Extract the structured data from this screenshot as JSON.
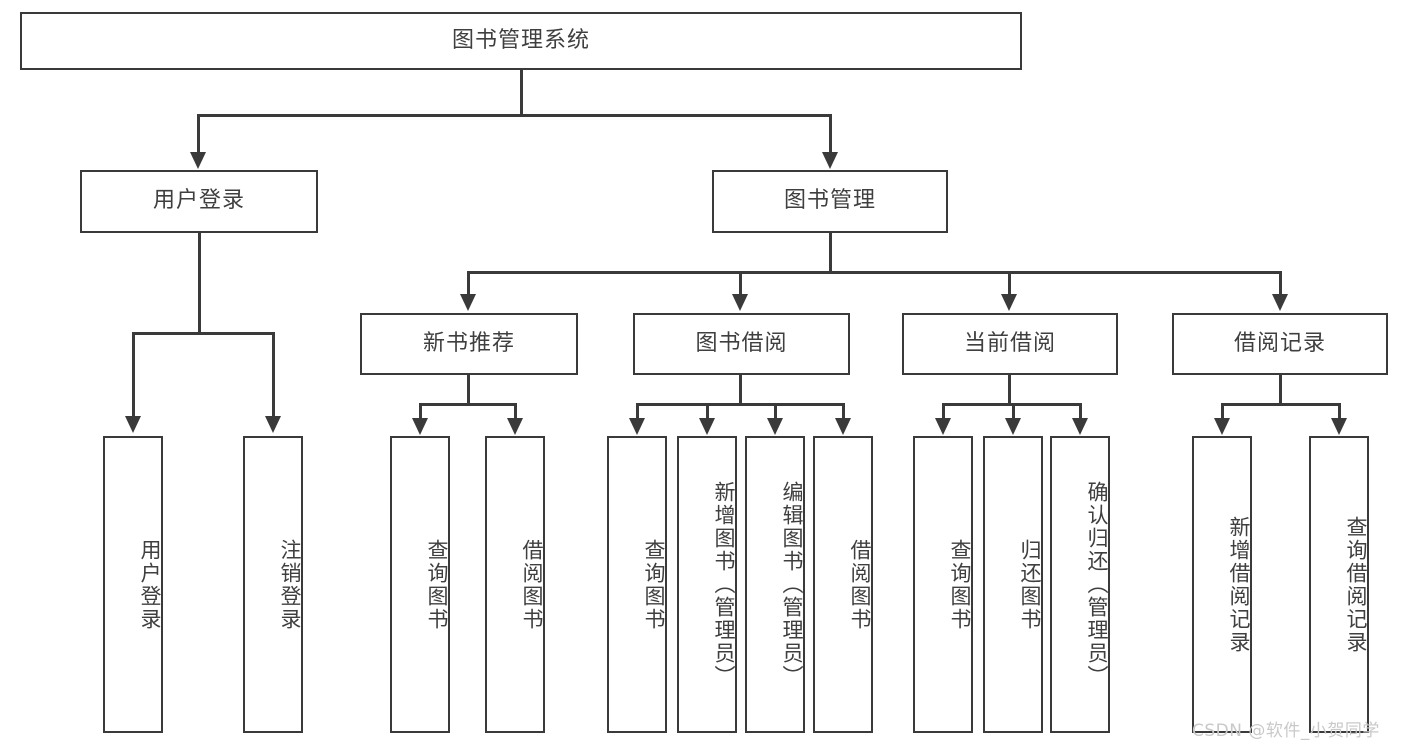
{
  "diagram": {
    "title": "图书管理系统",
    "type": "tree",
    "root": {
      "label": "图书管理系统"
    },
    "level1": [
      {
        "label": "用户登录"
      },
      {
        "label": "图书管理"
      }
    ],
    "level2": [
      {
        "label": "新书推荐"
      },
      {
        "label": "图书借阅"
      },
      {
        "label": "当前借阅"
      },
      {
        "label": "借阅记录"
      }
    ],
    "leaves": {
      "user_login": [
        {
          "label": "用户登录"
        },
        {
          "label": "注销登录"
        }
      ],
      "new_book_recommend": [
        {
          "label": "查询图书"
        },
        {
          "label": "借阅图书"
        }
      ],
      "book_borrow": [
        {
          "label": "查询图书"
        },
        {
          "label": "新增图书（管理员）"
        },
        {
          "label": "编辑图书（管理员）"
        },
        {
          "label": "借阅图书"
        }
      ],
      "current_borrow": [
        {
          "label": "查询图书"
        },
        {
          "label": "归还图书"
        },
        {
          "label": "确认归还（管理员）"
        }
      ],
      "borrow_record": [
        {
          "label": "新增借阅记录"
        },
        {
          "label": "查询借阅记录"
        }
      ]
    }
  },
  "watermark": {
    "text": "CSDN @软件_小贺同学"
  },
  "colors": {
    "stroke": "#3a3a3a",
    "text": "#3f3f3f",
    "background": "#ffffff",
    "watermark": "#c9c9c9"
  }
}
